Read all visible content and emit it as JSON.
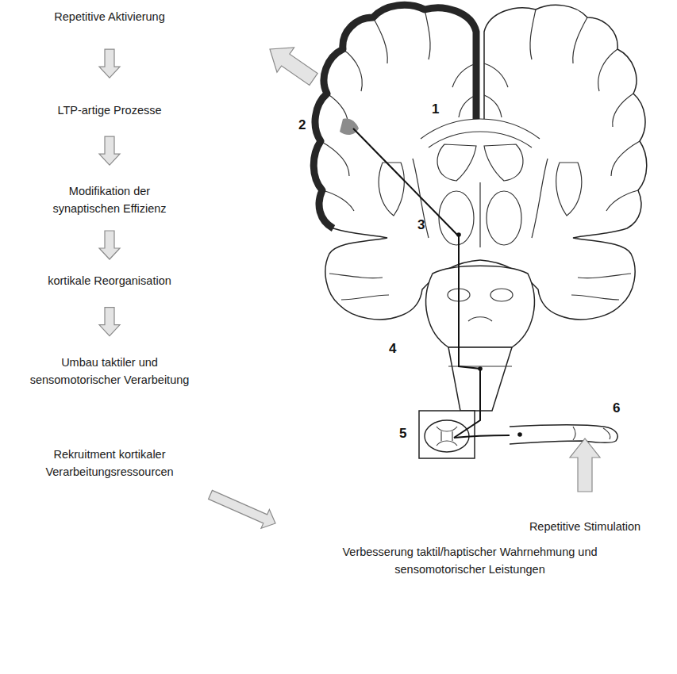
{
  "diagram": {
    "nodes": [
      {
        "text": [
          "Repetitive Aktivierung"
        ]
      },
      {
        "text": [
          "LTP-artige Prozesse"
        ]
      },
      {
        "text": [
          "Modifikation der synaptischen Effizienz"
        ]
      },
      {
        "text": [
          "kortikale Reorganisation"
        ]
      },
      {
        "text": [
          "Umbau taktiler und sensomotorischer Verarbeitung"
        ]
      },
      {
        "text": [
          "Rekruitment kortikaler Verarbeitungsressourcen"
        ]
      },
      {
        "text": [
          "Verbesserung taktil/haptischer Wahrnehmung und sensomotorischer Leistungen"
        ]
      }
    ],
    "edges": [
      {
        "from": 0,
        "to": 1,
        "arrow": "to"
      },
      {
        "from": 1,
        "to": 2,
        "arrow": "to"
      },
      {
        "from": 2,
        "to": 3,
        "arrow": "to"
      },
      {
        "from": 3,
        "to": 4,
        "arrow": "to"
      },
      {
        "from": 5,
        "to": 6,
        "arrow": "to"
      }
    ],
    "labels": [
      "1",
      "2",
      "3",
      "4",
      "5",
      "6",
      "Repetitive Stimulation"
    ]
  }
}
